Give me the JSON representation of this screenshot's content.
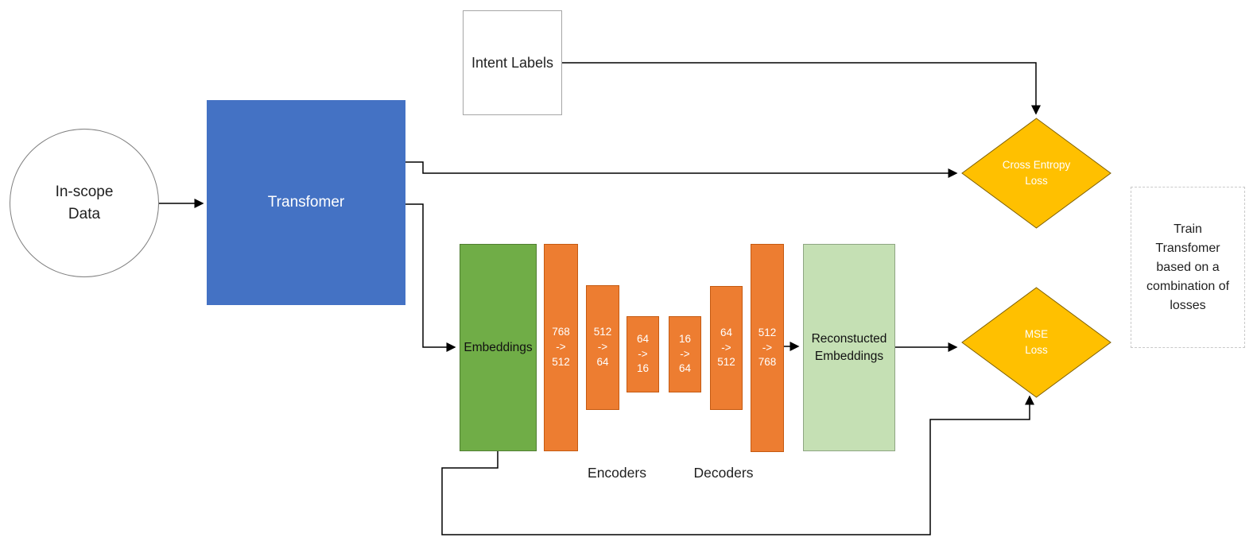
{
  "diagram": {
    "colors": {
      "transformer_blue": "#4472C4",
      "bar_orange": "#ED7D31",
      "embeddings_green": "#70AD47",
      "reconstructed_light_green": "#C5E0B4",
      "loss_gold": "#FFC000",
      "connector_black": "#000000"
    },
    "nodes": {
      "in_scope_data": {
        "label": "In-scope\nData"
      },
      "transformer": {
        "label": "Transfomer"
      },
      "intent_labels": {
        "label": "Intent Labels"
      },
      "embeddings": {
        "label": "Embeddings"
      },
      "reconstructed_embeddings": {
        "label": "Reconstucted\nEmbeddings"
      },
      "cross_entropy_loss": {
        "label": "Cross Entropy\nLoss"
      },
      "mse_loss": {
        "label": "MSE\nLoss"
      },
      "train_note": {
        "label": "Train\nTransfomer\nbased on a\ncombination of\nlosses"
      }
    },
    "autoencoder": {
      "encoders_label": "Encoders",
      "decoders_label": "Decoders",
      "encoder_bars": [
        {
          "label": "768\n->\n512"
        },
        {
          "label": "512\n->\n64"
        },
        {
          "label": "64\n->\n16"
        }
      ],
      "decoder_bars": [
        {
          "label": "16\n->\n64"
        },
        {
          "label": "64\n->\n512"
        },
        {
          "label": "512\n->\n768"
        }
      ]
    }
  }
}
